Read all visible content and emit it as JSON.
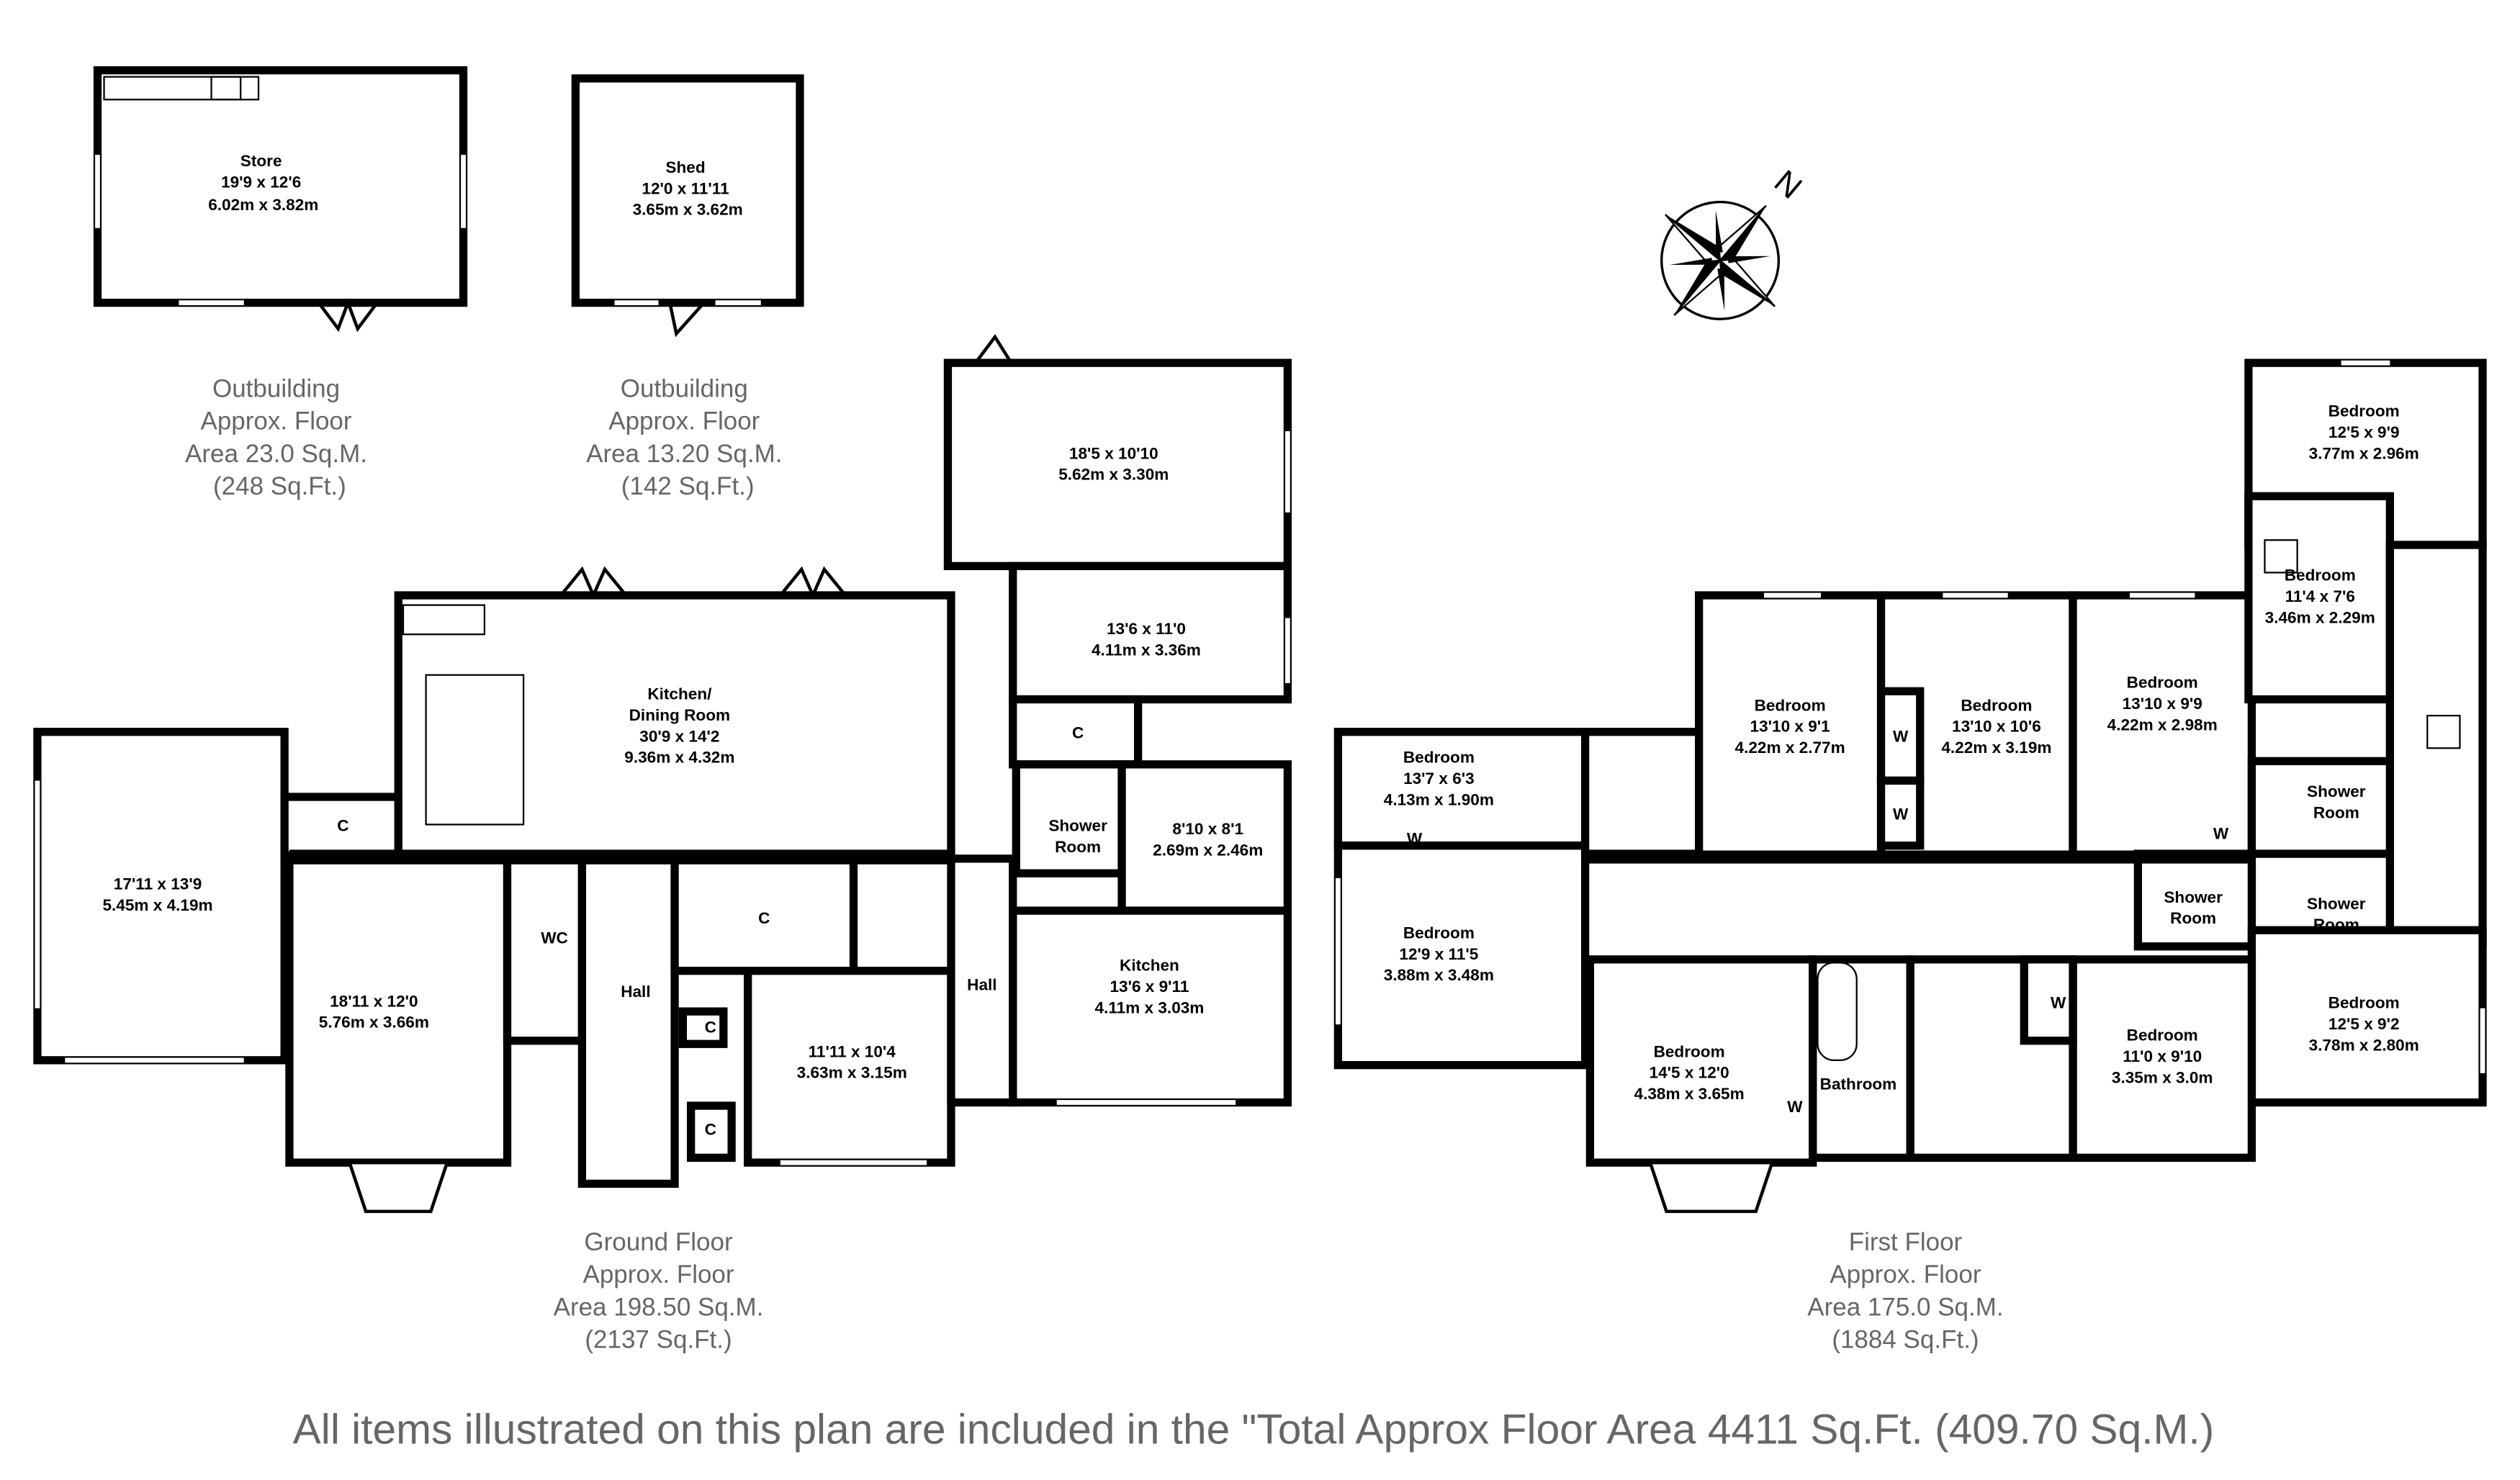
{
  "outbuildings": [
    {
      "name": "Store",
      "imperial": "19'9 x 12'6",
      "metric": "6.02m x 3.82m",
      "area": [
        "Outbuilding",
        "Approx. Floor",
        "Area 23.0 Sq.M.",
        "(248 Sq.Ft.)"
      ]
    },
    {
      "name": "Shed",
      "imperial": "12'0 x 11'11",
      "metric": "3.65m x 3.62m",
      "area": [
        "Outbuilding",
        "Approx. Floor",
        "Area 13.20 Sq.M.",
        "(142 Sq.Ft.)"
      ]
    }
  ],
  "compass": {
    "label": "N"
  },
  "ground_floor": {
    "area": [
      "Ground Floor",
      "Approx. Floor",
      "Area 198.50 Sq.M.",
      "(2137 Sq.Ft.)"
    ],
    "rooms": [
      {
        "name": "",
        "imperial": "17'11 x 13'9",
        "metric": "5.45m x 4.19m"
      },
      {
        "name": "",
        "imperial": "18'11 x 12'0",
        "metric": "5.76m x 3.66m"
      },
      {
        "name": "Kitchen/",
        "name2": "Dining Room",
        "imperial": "30'9 x 14'2",
        "metric": "9.36m x 4.32m"
      },
      {
        "name": "",
        "imperial": "18'5 x 10'10",
        "metric": "5.62m x 3.30m"
      },
      {
        "name": "",
        "imperial": "13'6 x 11'0",
        "metric": "4.11m x 3.36m"
      },
      {
        "name": "Shower",
        "name2": "Room"
      },
      {
        "name": "",
        "imperial": "8'10 x 8'1",
        "metric": "2.69m x 2.46m"
      },
      {
        "name": "Kitchen",
        "imperial": "13'6 x 9'11",
        "metric": "4.11m x 3.03m"
      },
      {
        "name": "",
        "imperial": "11'11 x 10'4",
        "metric": "3.63m x 3.15m"
      },
      {
        "name": "WC"
      },
      {
        "name": "Hall"
      },
      {
        "name": "Hall"
      }
    ],
    "cupboard_label": "C"
  },
  "first_floor": {
    "area": [
      "First Floor",
      "Approx. Floor",
      "Area 175.0 Sq.M.",
      "(1884 Sq.Ft.)"
    ],
    "rooms": [
      {
        "name": "Bedroom",
        "imperial": "13'7 x 6'3",
        "metric": "4.13m x 1.90m"
      },
      {
        "name": "Bedroom",
        "imperial": "12'9 x 11'5",
        "metric": "3.88m x 3.48m"
      },
      {
        "name": "Bedroom",
        "imperial": "13'10 x 9'1",
        "metric": "4.22m x 2.77m"
      },
      {
        "name": "Bedroom",
        "imperial": "13'10 x 10'6",
        "metric": "4.22m x 3.19m"
      },
      {
        "name": "Bedroom",
        "imperial": "13'10 x 9'9",
        "metric": "4.22m x 2.98m"
      },
      {
        "name": "Bedroom",
        "imperial": "12'5 x 9'9",
        "metric": "3.77m x 2.96m"
      },
      {
        "name": "Bedroom",
        "imperial": "11'4 x 7'6",
        "metric": "3.46m x 2.29m"
      },
      {
        "name": "Bedroom",
        "imperial": "12'5 x 9'2",
        "metric": "3.78m x 2.80m"
      },
      {
        "name": "Bedroom",
        "imperial": "11'0 x 9'10",
        "metric": "3.35m x 3.0m"
      },
      {
        "name": "Bedroom",
        "imperial": "14'5 x 12'0",
        "metric": "4.38m x 3.65m"
      },
      {
        "name": "Bathroom"
      },
      {
        "name": "Shower",
        "name2": "Room"
      }
    ],
    "wardrobe_label": "W"
  },
  "footer": "All items illustrated on this plan are included in the \"Total Approx Floor Area 4411 Sq.Ft. (409.70 Sq.M.)"
}
